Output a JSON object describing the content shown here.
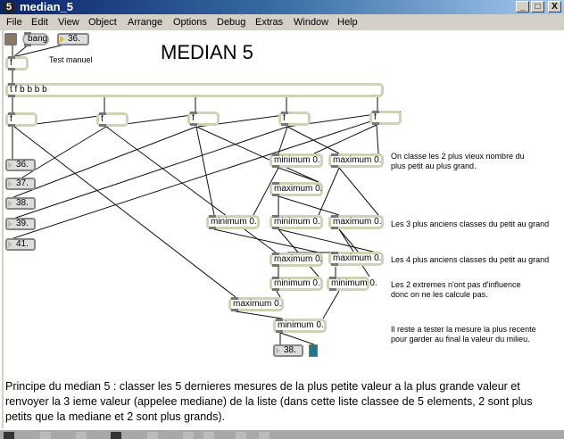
{
  "window": {
    "icon": "5",
    "title": "median_5",
    "minimize": "_",
    "maximize": "□",
    "close": "X"
  },
  "menu": [
    "File",
    "Edit",
    "View",
    "Object",
    "Arrange",
    "Options",
    "Debug",
    "Extras",
    "Window",
    "Help"
  ],
  "patch": {
    "title": "MEDIAN 5",
    "bang_label": "bang",
    "input_number": "36.",
    "test_label": "Test manuel",
    "f_label": "f",
    "trigger": "t f b b b b",
    "delay_f": [
      "f",
      "f",
      "f",
      "f",
      "f"
    ],
    "history_numbers": [
      "36.",
      "37.",
      "38.",
      "39.",
      "41."
    ],
    "objects": {
      "min1": "minimum 0.",
      "max1": "maximum 0.",
      "max2": "maximum 0.",
      "min2": "minimum 0.",
      "min3": "minimum 0.",
      "max3": "maximum 0.",
      "max4": "maximum 0.",
      "max5": "maximum 0.",
      "min4": "minimum 0.",
      "min5": "minimum 0.",
      "max6": "maximum 0.",
      "min6": "minimum 0."
    },
    "output_number": "38.",
    "comments": {
      "c1a": "On classe les 2 plus vieux nombre du",
      "c1b": "plus petit au plus grand.",
      "c2": "Les 3 plus anciens classes du petit au grand",
      "c3": "Les 4 plus anciens classes du petit au grand",
      "c4a": "Les 2 extremes n'ont pas d'influence",
      "c4b": "donc on ne les calcule pas.",
      "c5a": "Il reste a tester la mesure la plus recente",
      "c5b": "pour garder au final la valeur du milieu."
    },
    "principle": "Principe du median 5 : classer les 5 dernieres mesures de la plus petite valeur a la plus grande valeur et renvoyer la 3 ieme valeur (appelee mediane) de la liste (dans cette liste classee de 5 elements, 2 sont plus petits que la mediane et 2 sont plus grands)."
  }
}
